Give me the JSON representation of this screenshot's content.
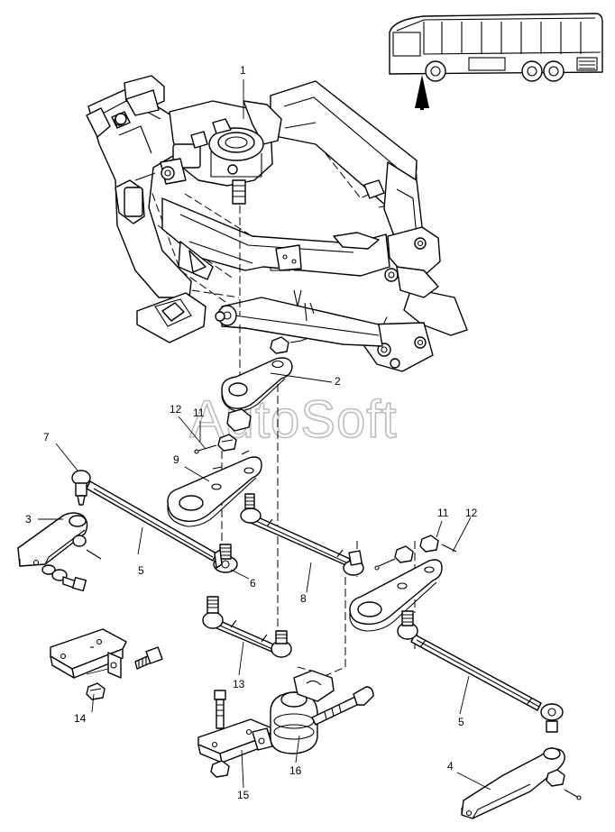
{
  "watermark": "AutoSoft",
  "labels": {
    "p1": "1",
    "p2": "2",
    "p3": "3",
    "p4": "4",
    "p5a": "5",
    "p5b": "5",
    "p6": "6",
    "p7": "7",
    "p8": "8",
    "p9": "9",
    "p11a": "11",
    "p11b": "11",
    "p12a": "12",
    "p12b": "12",
    "p13": "13",
    "p14": "14",
    "p15": "15",
    "p16": "16"
  },
  "icons": {
    "bus": "bus-side-view-icon",
    "arrow": "location-arrow-icon"
  }
}
